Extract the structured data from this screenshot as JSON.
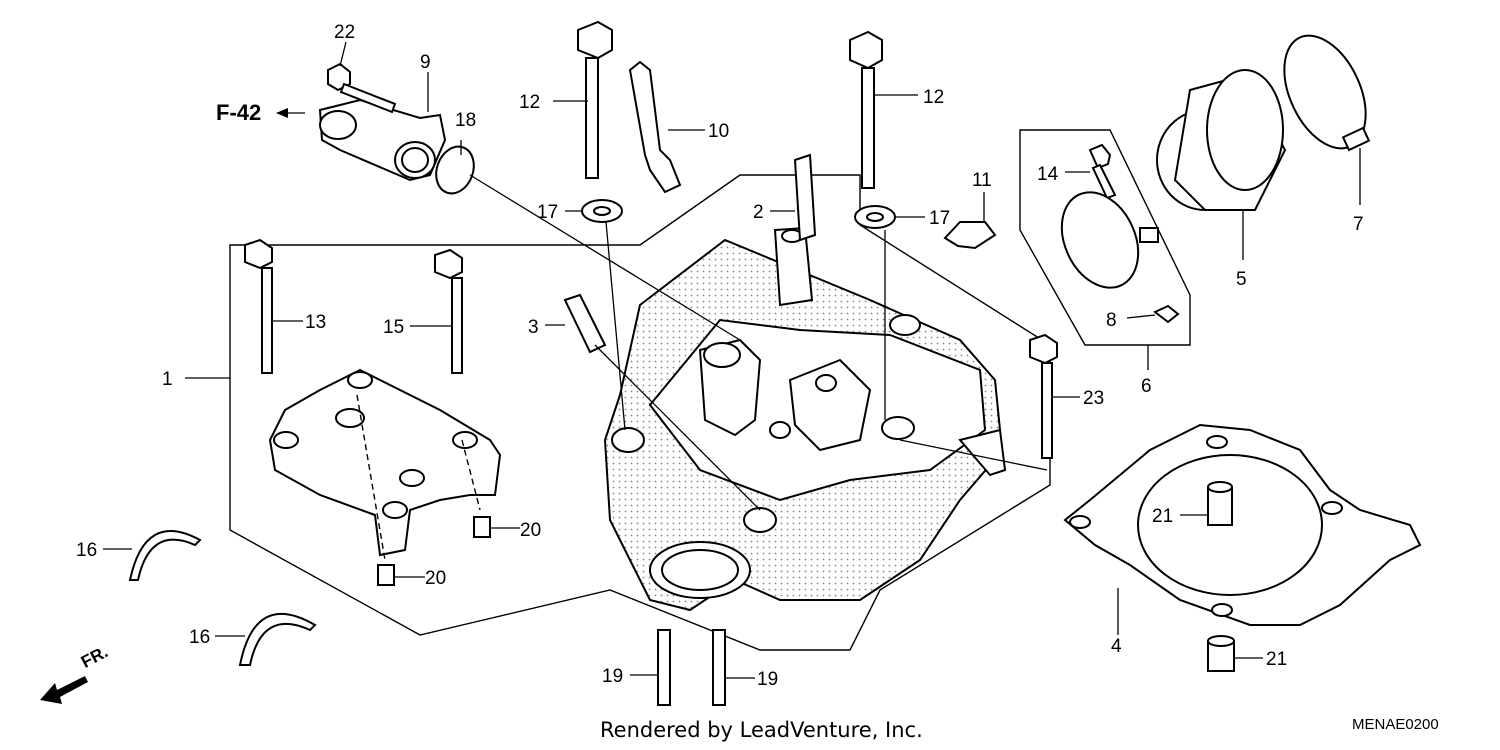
{
  "diagram": {
    "callouts": {
      "c1": "1",
      "c2": "2",
      "c3": "3",
      "c4": "4",
      "c5": "5",
      "c6": "6",
      "c7": "7",
      "c8": "8",
      "c9": "9",
      "c10": "10",
      "c11": "11",
      "c12a": "12",
      "c12b": "12",
      "c13": "13",
      "c14": "14",
      "c15": "15",
      "c16a": "16",
      "c16b": "16",
      "c17a": "17",
      "c17b": "17",
      "c18": "18",
      "c19a": "19",
      "c19b": "19",
      "c20a": "20",
      "c20b": "20",
      "c21a": "21",
      "c21b": "21",
      "c22": "22",
      "c23": "23"
    },
    "reference": "F-42",
    "direction": "FR."
  },
  "footer": {
    "rendered_by": "Rendered by LeadVenture, Inc.",
    "code": "MENAE0200"
  }
}
